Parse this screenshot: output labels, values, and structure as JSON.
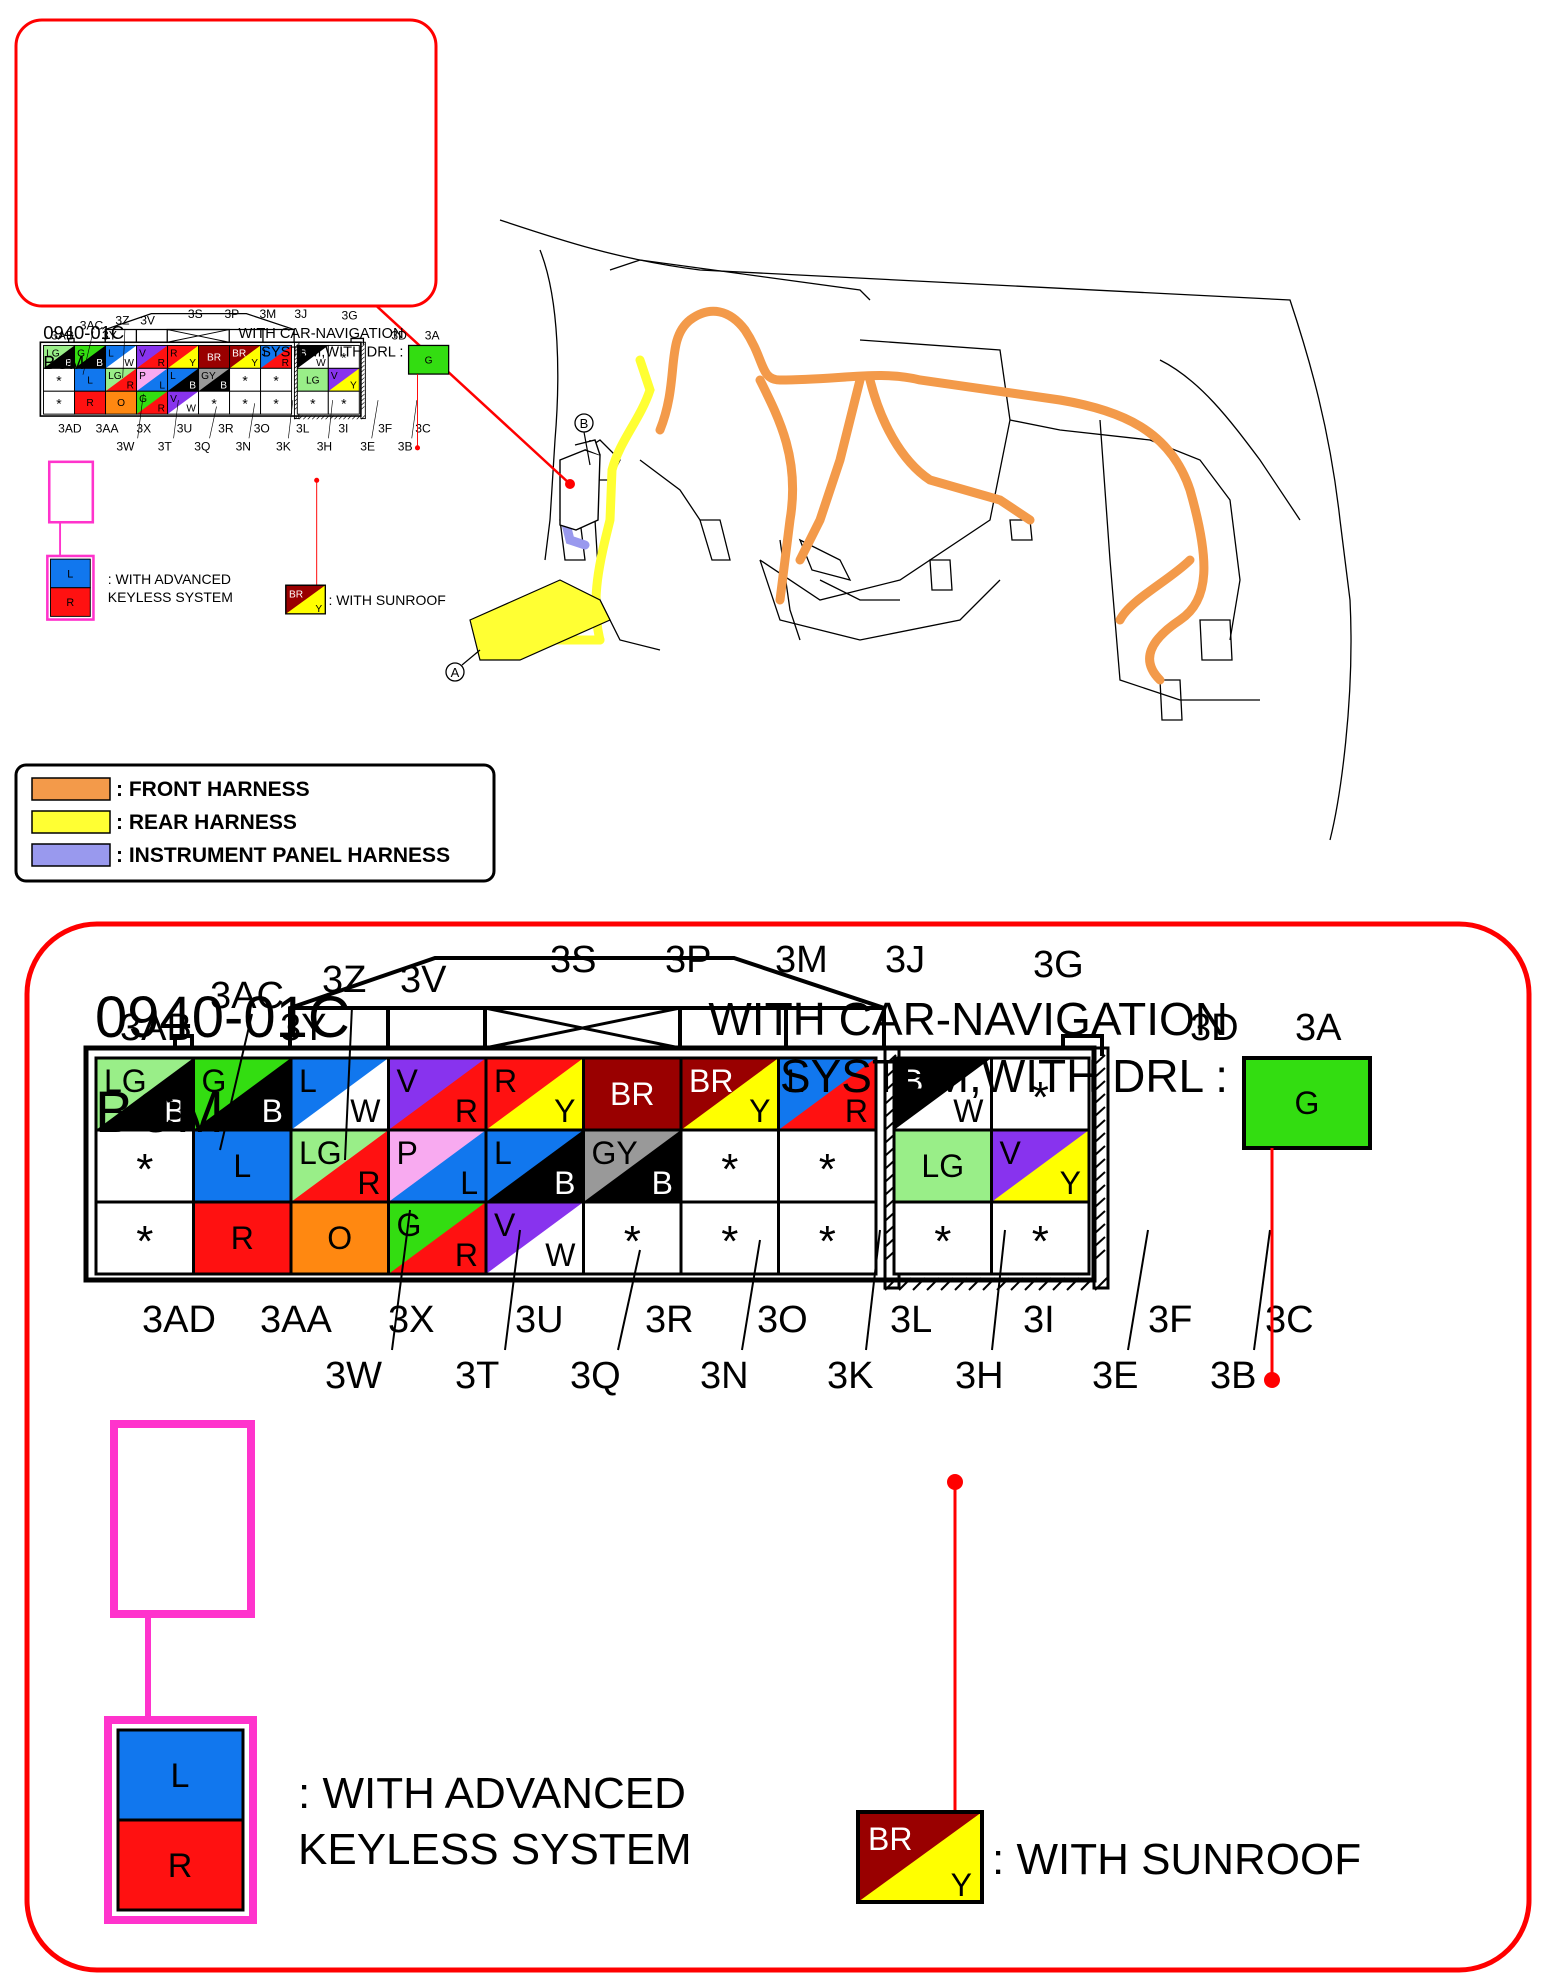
{
  "connector_code": "0940-01C",
  "component": "BCM",
  "notes": {
    "nav_drl": [
      "WITH CAR-NAVIGATION",
      "SYSTEM,WITH DRL :"
    ],
    "nav_drl_color": "G",
    "keyless": [
      ": WITH ADVANCED",
      "KEYLESS SYSTEM"
    ],
    "keyless_colors": [
      "L",
      "R"
    ],
    "sunroof": ": WITH SUNROOF",
    "sunroof_color": [
      "BR",
      "Y"
    ]
  },
  "legend": [
    {
      "label": ": FRONT HARNESS",
      "color": "#f39a4a"
    },
    {
      "label": ": REAR HARNESS",
      "color": "#ffff33"
    },
    {
      "label": ": INSTRUMENT PANEL HARNESS",
      "color": "#9999ee"
    }
  ],
  "harness_labels": [
    "B",
    "A"
  ],
  "wire_colors": {
    "LG": "#99ee88",
    "G": "#33dd11",
    "B": "#000000",
    "W": "#ffffff",
    "L": "#1177ee",
    "V": "#8833ee",
    "R": "#ff1111",
    "Y": "#ffff00",
    "BR": "#990000",
    "O": "#ff8811",
    "P": "#f8aaf0",
    "GY": "#999999"
  },
  "terminals": {
    "top_row": [
      "3AB",
      "3Y",
      "3V",
      "3S",
      "3P",
      "3M",
      "3J",
      "3G",
      "3D",
      "3A"
    ],
    "top_row_upper": [
      "3AC",
      "3Z"
    ],
    "bottom_row_1": [
      "3AD",
      "3AA",
      "3X",
      "3U",
      "3R",
      "3O",
      "3L",
      "3I",
      "3F",
      "3C"
    ],
    "bottom_row_2": [
      "3W",
      "3T",
      "3Q",
      "3N",
      "3K",
      "3H",
      "3E",
      "3B"
    ]
  },
  "pins": [
    {
      "row": 0,
      "col": 0,
      "c1": "LG",
      "c2": "B",
      "t1": "LG",
      "t2": "B"
    },
    {
      "row": 0,
      "col": 1,
      "c1": "G",
      "c2": "B",
      "t1": "G",
      "t2": "B"
    },
    {
      "row": 0,
      "col": 2,
      "c1": "L",
      "c2": "W",
      "t1": "L",
      "t2": "W"
    },
    {
      "row": 0,
      "col": 3,
      "c1": "V",
      "c2": "R",
      "t1": "V",
      "t2": "R"
    },
    {
      "row": 0,
      "col": 4,
      "c1": "R",
      "c2": "Y",
      "t1": "R",
      "t2": "Y"
    },
    {
      "row": 0,
      "col": 5,
      "c1": "BR",
      "t1": "BR"
    },
    {
      "row": 0,
      "col": 6,
      "c1": "BR",
      "c2": "Y",
      "t1": "BR",
      "t2": "Y"
    },
    {
      "row": 0,
      "col": 7,
      "c1": "L",
      "c2": "R",
      "t1": "L",
      "t2": "R"
    },
    {
      "row": 0,
      "col": 8,
      "c1": "B",
      "c2": "W",
      "t1": "B",
      "t2": "W"
    },
    {
      "row": 0,
      "col": 9,
      "c1": "W",
      "t1": "*"
    },
    {
      "row": 1,
      "col": 0,
      "c1": "W",
      "t1": "*"
    },
    {
      "row": 1,
      "col": 1,
      "c1": "L",
      "t1": "L"
    },
    {
      "row": 1,
      "col": 2,
      "c1": "LG",
      "c2": "R",
      "t1": "LG",
      "t2": "R"
    },
    {
      "row": 1,
      "col": 3,
      "c1": "P",
      "c2": "L",
      "t1": "P",
      "t2": "L"
    },
    {
      "row": 1,
      "col": 4,
      "c1": "L",
      "c2": "B",
      "t1": "L",
      "t2": "B"
    },
    {
      "row": 1,
      "col": 5,
      "c1": "GY",
      "c2": "B",
      "t1": "GY",
      "t2": "B"
    },
    {
      "row": 1,
      "col": 6,
      "c1": "W",
      "t1": "*"
    },
    {
      "row": 1,
      "col": 7,
      "c1": "W",
      "t1": "*"
    },
    {
      "row": 1,
      "col": 8,
      "c1": "LG",
      "t1": "LG"
    },
    {
      "row": 1,
      "col": 9,
      "c1": "V",
      "c2": "Y",
      "t1": "V",
      "t2": "Y"
    },
    {
      "row": 2,
      "col": 0,
      "c1": "W",
      "t1": "*"
    },
    {
      "row": 2,
      "col": 1,
      "c1": "R",
      "t1": "R"
    },
    {
      "row": 2,
      "col": 2,
      "c1": "O",
      "t1": "O"
    },
    {
      "row": 2,
      "col": 3,
      "c1": "G",
      "c2": "R",
      "t1": "G",
      "t2": "R"
    },
    {
      "row": 2,
      "col": 4,
      "c1": "V",
      "c2": "W",
      "t1": "V",
      "t2": "W"
    },
    {
      "row": 2,
      "col": 5,
      "c1": "W",
      "t1": "*"
    },
    {
      "row": 2,
      "col": 6,
      "c1": "W",
      "t1": "*"
    },
    {
      "row": 2,
      "col": 7,
      "c1": "W",
      "t1": "*"
    },
    {
      "row": 2,
      "col": 8,
      "c1": "W",
      "t1": "*"
    },
    {
      "row": 2,
      "col": 9,
      "c1": "W",
      "t1": "*"
    }
  ]
}
